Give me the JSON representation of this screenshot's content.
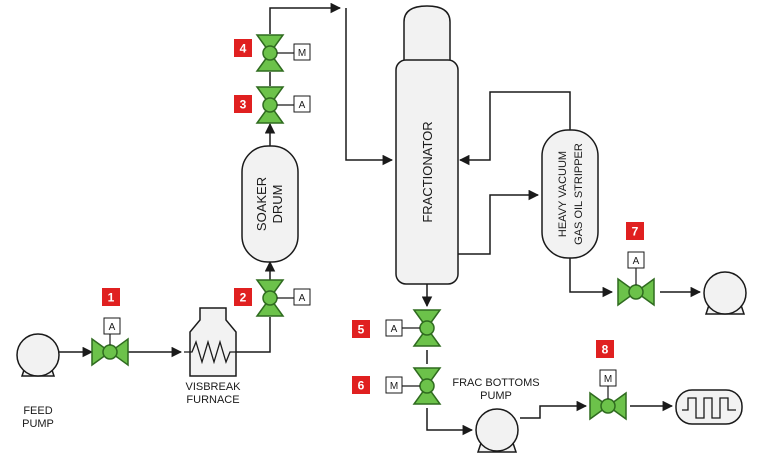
{
  "labels": {
    "feed_pump": [
      "FEED",
      "PUMP"
    ],
    "visbreak_furnace": [
      "VISBREAK",
      "FURNACE"
    ],
    "soaker_drum": [
      "SOAKER",
      "DRUM"
    ],
    "fractionator": "FRACTIONATOR",
    "stripper": [
      "HEAVY VACUUM",
      "GAS OIL STRIPPER"
    ],
    "frac_bottoms_pump": [
      "FRAC BOTTOMS",
      "PUMP"
    ]
  },
  "valves": [
    {
      "number": "1",
      "actuator": "A"
    },
    {
      "number": "2",
      "actuator": "A"
    },
    {
      "number": "3",
      "actuator": "A"
    },
    {
      "number": "4",
      "actuator": "M"
    },
    {
      "number": "5",
      "actuator": "A"
    },
    {
      "number": "6",
      "actuator": "M"
    },
    {
      "number": "7",
      "actuator": "A"
    },
    {
      "number": "8",
      "actuator": "M"
    }
  ],
  "colors": {
    "valve_fill": "#6cc24a",
    "valve_stroke": "#2f6b1f",
    "badge": "#e02020",
    "vessel_fill": "#f2f2f2",
    "line": "#1a1a1a"
  }
}
